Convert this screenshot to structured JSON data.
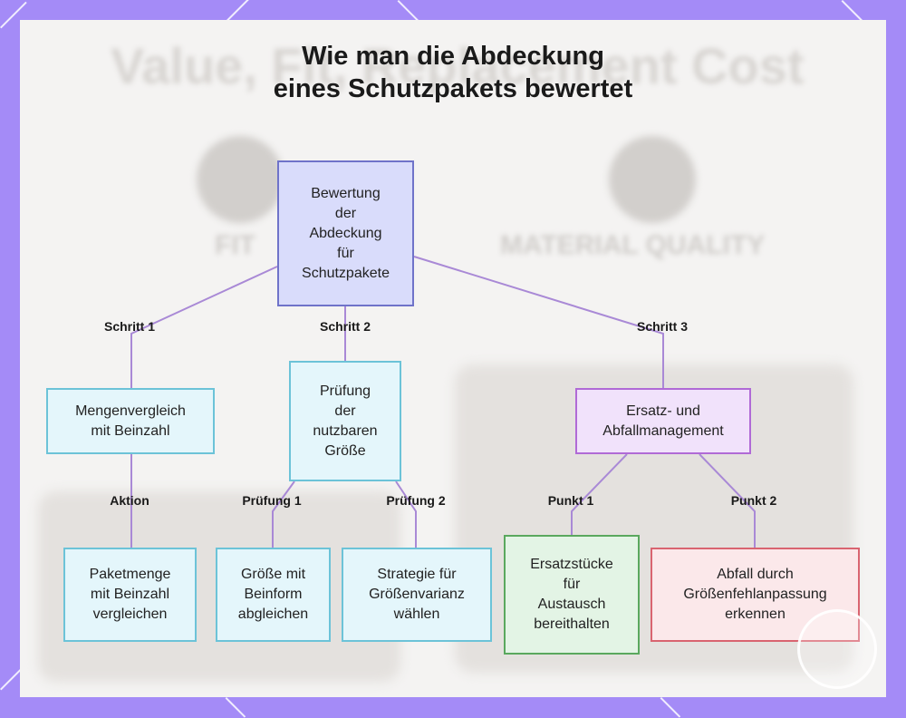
{
  "title": "Wie man die Abdeckung eines Schutzpakets bewertet",
  "background_text": {
    "heading": "Value, Fit, Replacement Cost",
    "label_left": "FIT",
    "label_right": "MATERIAL QUALITY"
  },
  "colors": {
    "frame": "#a48bf7",
    "root_fill": "#d9dcfb",
    "root_stroke": "#6f73c9",
    "blue_fill": "#e4f6fb",
    "blue_stroke": "#6cc3d8",
    "purple_fill": "#f1e2fb",
    "purple_stroke": "#b06ad6",
    "green_fill": "#e3f4e5",
    "green_stroke": "#5aa85e",
    "red_fill": "#fbe8ea",
    "red_stroke": "#d96470",
    "link": "#a989d6"
  },
  "nodes": {
    "root": "Bewertung\nder\nAbdeckung\nfür\nSchutzpakete",
    "mengen": "Mengenvergleich\nmit Beinzahl",
    "pruefung": "Prüfung\nder\nnutzbaren\nGröße",
    "ersatz": "Ersatz- und\nAbfallmanagement",
    "paketmenge": "Paketmenge\nmit Beinzahl\nvergleichen",
    "groesse": "Größe mit\nBeinform\nabgleichen",
    "strategie": "Strategie für\nGrößenvarianz\nwählen",
    "ersatzstuecke": "Ersatzstücke\nfür\nAustausch\nbereithalten",
    "abfall": "Abfall durch\nGrößenfehlanpassung\nerkennen"
  },
  "edges": {
    "schritt1": "Schritt 1",
    "schritt2": "Schritt 2",
    "schritt3": "Schritt 3",
    "aktion": "Aktion",
    "pruefung1": "Prüfung 1",
    "pruefung2": "Prüfung 2",
    "punkt1": "Punkt 1",
    "punkt2": "Punkt 2"
  }
}
